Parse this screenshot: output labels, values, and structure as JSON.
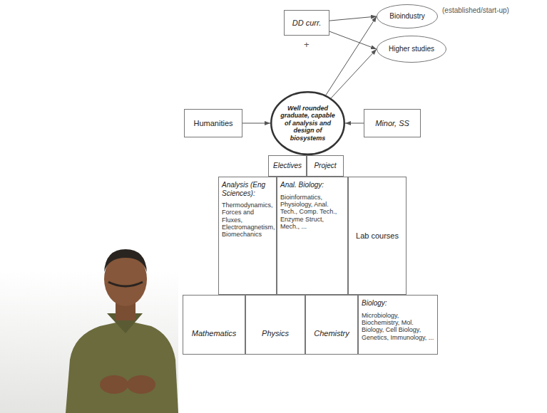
{
  "diagram": {
    "nodes": [
      {
        "text": [
          "DD curr."
        ]
      },
      {
        "text": [
          "Bioindustry"
        ]
      },
      {
        "text": [
          "Higher studies"
        ]
      },
      {
        "text": [
          "Humanities"
        ]
      },
      {
        "text": [
          "Well rounded graduate, capable of analysis and design of biosystems"
        ]
      },
      {
        "text": [
          "Minor, SS"
        ]
      },
      {
        "text": [
          "Electives"
        ]
      },
      {
        "text": [
          "Project"
        ]
      },
      {
        "text": [
          "Analysis (Eng Sciences):",
          "Thermodynamics, Forces and Fluxes, Electromagnetism, Biomechanics"
        ]
      },
      {
        "text": [
          "Anal. Biology:",
          "Bioinformatics, Physiology, Anal. Tech., Comp. Tech., Enzyme Struct, Mech., ..."
        ]
      },
      {
        "text": [
          "Lab courses"
        ]
      },
      {
        "text": [
          "Mathematics"
        ]
      },
      {
        "text": [
          "Physics"
        ]
      },
      {
        "text": [
          "Chemistry"
        ]
      },
      {
        "text": [
          "Biology:",
          "Microbiology, Biochemistry, Mol. Biology, Cell Biology, Genetics, Immunology, ..."
        ]
      }
    ],
    "edges": [
      {
        "from": 0,
        "to": 1,
        "arrow": "to"
      },
      {
        "from": 0,
        "to": 2,
        "arrow": "to"
      },
      {
        "from": 4,
        "to": 1,
        "arrow": "to"
      },
      {
        "from": 4,
        "to": 2,
        "arrow": "to"
      },
      {
        "from": 3,
        "to": 4,
        "arrow": "to"
      },
      {
        "from": 5,
        "to": 4,
        "arrow": "to"
      }
    ],
    "labels": [
      "(established/start-up)",
      "+"
    ]
  }
}
